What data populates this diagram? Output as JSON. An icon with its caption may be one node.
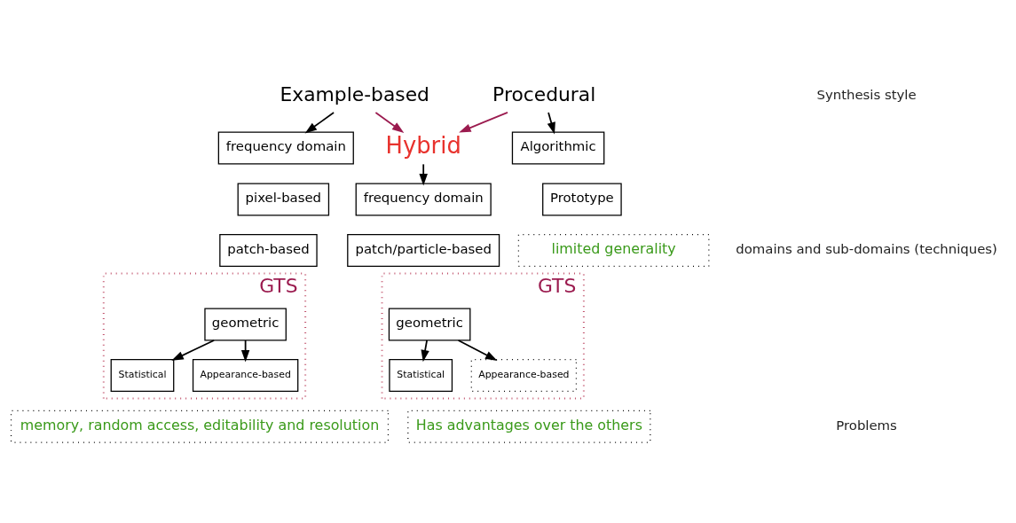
{
  "diagram": {
    "nodes": [
      {
        "text": [
          "Example-based"
        ]
      },
      {
        "text": [
          "Hybrid"
        ]
      },
      {
        "text": [
          "Procedural"
        ]
      },
      {
        "text": [
          "frequency domain"
        ]
      },
      {
        "text": [
          "pixel-based"
        ]
      },
      {
        "text": [
          "patch-based"
        ]
      },
      {
        "text": [
          "GTS"
        ]
      },
      {
        "text": [
          "geometric"
        ],
        "in": 6
      },
      {
        "text": [
          "Statistical"
        ],
        "in": 6
      },
      {
        "text": [
          "Appearance-based"
        ],
        "in": 6
      },
      {
        "text": [
          "Algorithmic"
        ]
      },
      {
        "text": [
          "Prototype"
        ]
      },
      {
        "text": [
          "frequency domain"
        ]
      },
      {
        "text": [
          "patch/particle-based"
        ]
      },
      {
        "text": [
          "GTS"
        ]
      },
      {
        "text": [
          "geometric"
        ],
        "in": 14
      },
      {
        "text": [
          "Statistical"
        ],
        "in": 14
      },
      {
        "text": [
          "Appearance-based"
        ],
        "in": 14
      },
      {
        "text": [
          "memory, random access, editability and resolution"
        ]
      },
      {
        "text": [
          "Has advantages over the others"
        ]
      },
      {
        "text": [
          "limited generality"
        ]
      }
    ],
    "edges": [
      {
        "from": 0,
        "to": 3,
        "arrow": "to"
      },
      {
        "from": 0,
        "to": 1,
        "arrow": "to",
        "color": "#9b1b4f"
      },
      {
        "from": 2,
        "to": 1,
        "arrow": "to",
        "color": "#9b1b4f"
      },
      {
        "from": 2,
        "to": 10,
        "arrow": "to"
      },
      {
        "from": 1,
        "to": 12,
        "arrow": "to"
      },
      {
        "from": 7,
        "to": 8,
        "arrow": "to"
      },
      {
        "from": 7,
        "to": 9,
        "arrow": "to"
      },
      {
        "from": 15,
        "to": 16,
        "arrow": "to"
      },
      {
        "from": 15,
        "to": 17,
        "arrow": "to"
      }
    ],
    "labels": [
      "Synthesis style",
      "domains and sub-domains (techniques)",
      "Problems"
    ]
  }
}
